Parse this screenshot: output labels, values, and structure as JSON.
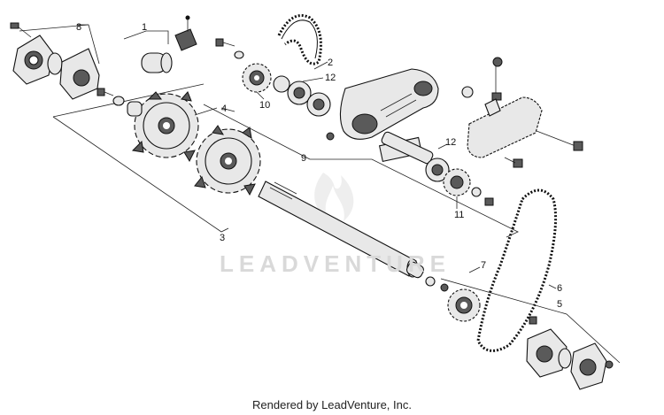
{
  "diagram": {
    "callouts": [
      {
        "id": "c1",
        "label": "1"
      },
      {
        "id": "c2",
        "label": "2"
      },
      {
        "id": "c3",
        "label": "3"
      },
      {
        "id": "c4",
        "label": "4"
      },
      {
        "id": "c5",
        "label": "5"
      },
      {
        "id": "c6",
        "label": "6"
      },
      {
        "id": "c7",
        "label": "7"
      },
      {
        "id": "c8",
        "label": "8"
      },
      {
        "id": "c9",
        "label": "9"
      },
      {
        "id": "c10",
        "label": "10"
      },
      {
        "id": "c11",
        "label": "11"
      },
      {
        "id": "c12a",
        "label": "12"
      },
      {
        "id": "c12b",
        "label": "12"
      }
    ],
    "watermark": "LEADVENTURE",
    "credit": "Rendered by LeadVenture, Inc."
  }
}
